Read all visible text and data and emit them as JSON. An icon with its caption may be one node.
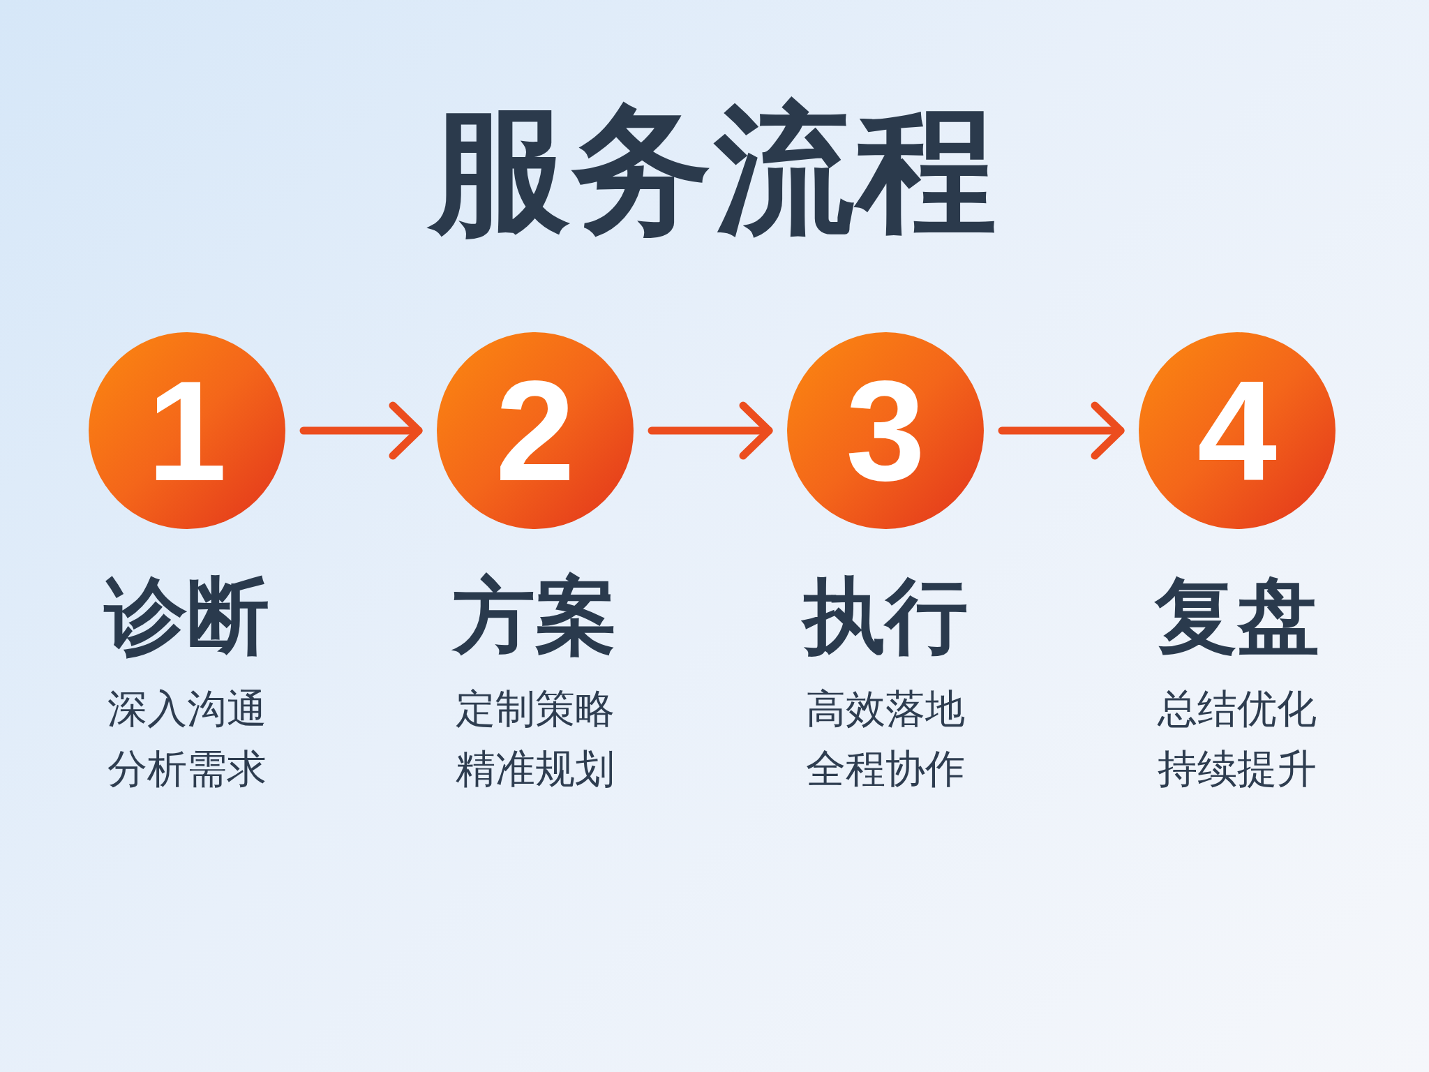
{
  "diagram": {
    "title": "服务流程",
    "nodes": [
      {
        "text": [
          "1"
        ],
        "beside": [
          "诊断",
          "深入沟通分析需求"
        ]
      },
      {
        "text": [
          "2"
        ],
        "beside": [
          "方案",
          "定制策略精准规划"
        ]
      },
      {
        "text": [
          "3"
        ],
        "beside": [
          "执行",
          "高效落地全程协作"
        ]
      },
      {
        "text": [
          "4"
        ],
        "beside": [
          "复盘",
          "总结优化持续提升"
        ]
      }
    ],
    "edges": [
      {
        "from": 0,
        "to": 1,
        "arrow": "to"
      },
      {
        "from": 1,
        "to": 2,
        "arrow": "to"
      },
      {
        "from": 2,
        "to": 3,
        "arrow": "to"
      }
    ]
  }
}
